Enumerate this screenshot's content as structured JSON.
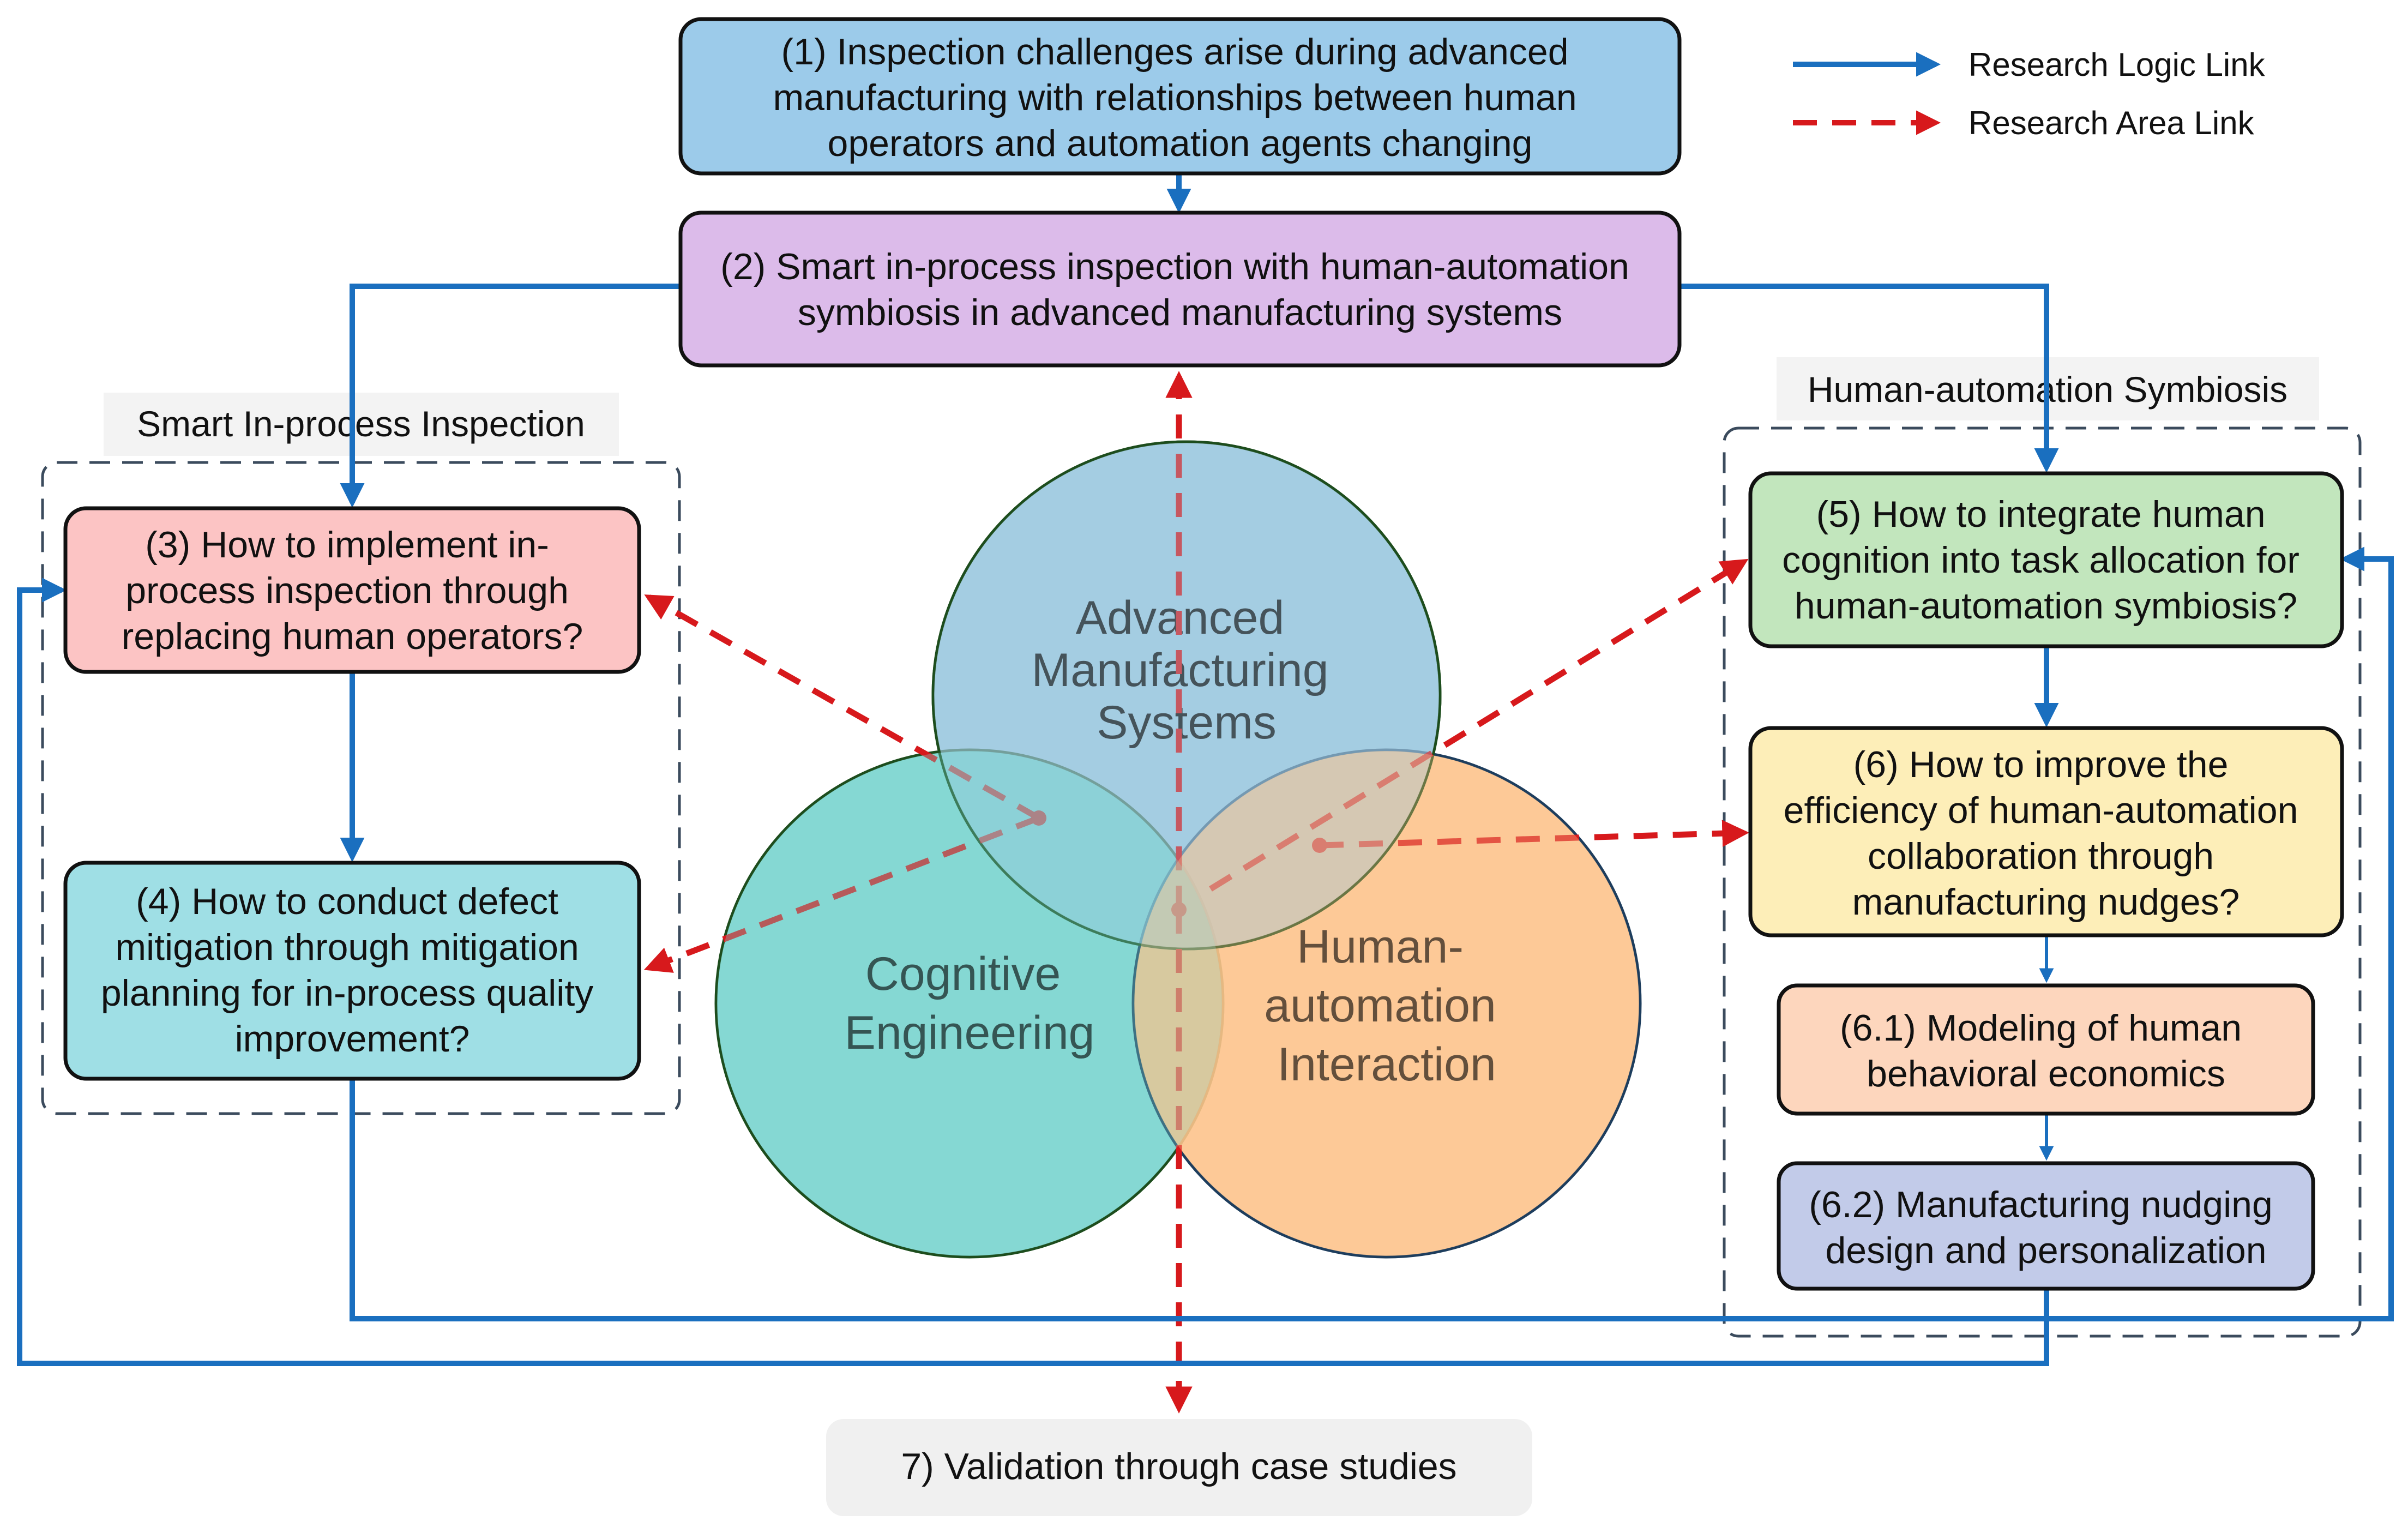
{
  "legend": {
    "logic_label": "Research Logic Link",
    "area_label": "Research Area Link",
    "logic_color": "#1a6fbf",
    "area_color": "#d7191c"
  },
  "boxes": {
    "b1": {
      "lines": [
        "(1) Inspection challenges arise during advanced",
        "manufacturing with relationships between human",
        "operators and automation agents changing"
      ],
      "color": "#9ccbea"
    },
    "b2": {
      "lines": [
        "(2) Smart in-process inspection with human-automation",
        "symbiosis in advanced manufacturing systems"
      ],
      "color": "#dcbbea"
    },
    "b3": {
      "lines": [
        "(3) How to implement in-",
        "process inspection through",
        "replacing human operators?"
      ],
      "color": "#fcc4c4"
    },
    "b4": {
      "lines": [
        "(4) How to conduct defect",
        "mitigation through mitigation",
        "planning for in-process quality",
        "improvement?"
      ],
      "color": "#9fdfe5"
    },
    "b5": {
      "lines": [
        "(5) How to integrate human",
        "cognition into task allocation for",
        "human-automation symbiosis?"
      ],
      "color": "#c2e6bd"
    },
    "b6": {
      "lines": [
        "(6) How to improve the",
        "efficiency of human-automation",
        "collaboration through",
        "manufacturing nudges?"
      ],
      "color": "#fdeeb8"
    },
    "b61": {
      "lines": [
        "(6.1) Modeling of human",
        "behavioral economics"
      ],
      "color": "#fdd6bd"
    },
    "b62": {
      "lines": [
        "(6.2) Manufacturing nudging",
        "design and personalization"
      ],
      "color": "#c2cbe9"
    },
    "b7": {
      "lines": [
        "7) Validation through case studies"
      ],
      "color": "#f0f0f0"
    }
  },
  "groups": {
    "left_title": "Smart In-process Inspection",
    "right_title": "Human-automation Symbiosis"
  },
  "circles": {
    "ams": {
      "lines": [
        "Advanced",
        "Manufacturing",
        "Systems"
      ],
      "color": "#a5cde2"
    },
    "ce": {
      "lines": [
        "Cognitive",
        "Engineering"
      ],
      "color": "#79d3cf"
    },
    "hai": {
      "lines": [
        "Human-",
        "automation",
        "Interaction"
      ],
      "color": "#fdc48c"
    }
  }
}
